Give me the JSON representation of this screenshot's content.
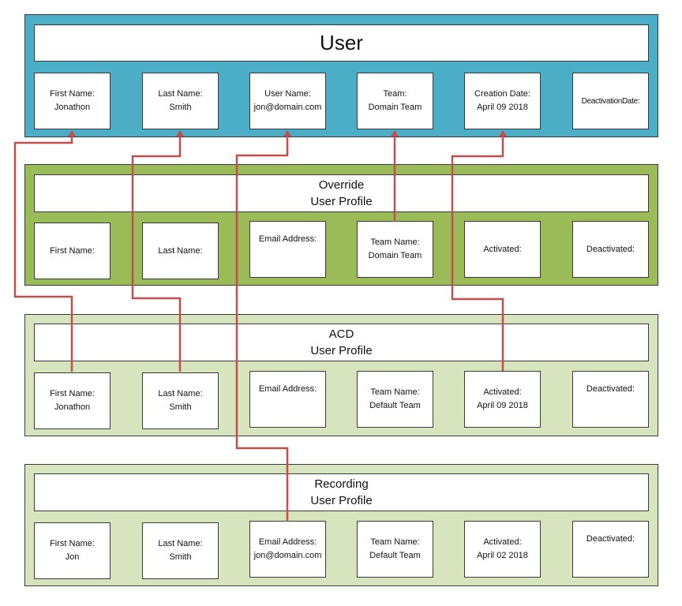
{
  "user": {
    "title": "User",
    "fields": [
      {
        "label": "First Name:",
        "value": "Jonathon"
      },
      {
        "label": "Last Name:",
        "value": "Smith"
      },
      {
        "label": "User Name:",
        "value": "jon@domain.com"
      },
      {
        "label": "Team:",
        "value": "Domain Team"
      },
      {
        "label": "Creation Date:",
        "value": "April 09 2018"
      },
      {
        "label": "DeactivationDate:",
        "value": ""
      }
    ]
  },
  "override": {
    "title_line1": "Override",
    "title_line2": "User Profile",
    "fields": [
      {
        "label": "First Name:",
        "value": ""
      },
      {
        "label": "Last Name:",
        "value": ""
      },
      {
        "label": "Email Address:",
        "value": ""
      },
      {
        "label": "Team Name:",
        "value": "Domain Team"
      },
      {
        "label": "Activated:",
        "value": ""
      },
      {
        "label": "Deactivated:",
        "value": ""
      }
    ]
  },
  "acd": {
    "title_line1": "ACD",
    "title_line2": "User Profile",
    "fields": [
      {
        "label": "First Name:",
        "value": "Jonathon"
      },
      {
        "label": "Last Name:",
        "value": "Smith"
      },
      {
        "label": "Email Address:",
        "value": ""
      },
      {
        "label": "Team Name:",
        "value": "Default Team"
      },
      {
        "label": "Activated:",
        "value": "April 09 2018"
      },
      {
        "label": "Deactivated:",
        "value": ""
      }
    ]
  },
  "recording": {
    "title_line1": "Recording",
    "title_line2": "User Profile",
    "fields": [
      {
        "label": "First Name:",
        "value": "Jon"
      },
      {
        "label": "Last Name:",
        "value": "Smith"
      },
      {
        "label": "Email Address:",
        "value": "jon@domain.com"
      },
      {
        "label": "Team Name:",
        "value": "Default Team"
      },
      {
        "label": "Activated:",
        "value": "April 02 2018"
      },
      {
        "label": "Deactivated:",
        "value": ""
      }
    ]
  },
  "colors": {
    "user_panel": "#4badc6",
    "override_panel": "#9bbb59",
    "profile_panel": "#d7e4bd",
    "connector": "#c0504d"
  }
}
